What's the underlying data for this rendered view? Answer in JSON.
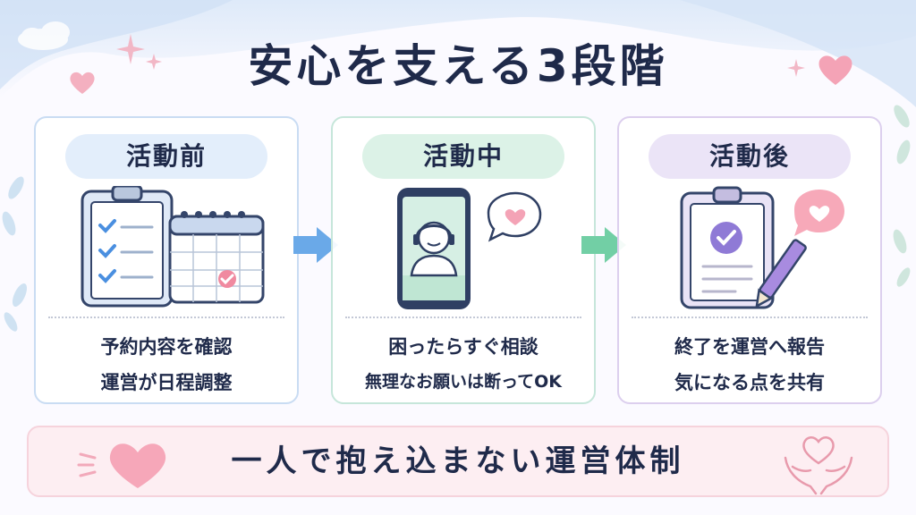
{
  "title": "安心を支える3段階",
  "stages": [
    {
      "label": "活動前",
      "lines": [
        "予約内容を確認",
        "運営が日程調整"
      ]
    },
    {
      "label": "活動中",
      "lines": [
        "困ったらすぐ相談",
        "無理なお願いは断ってOK"
      ]
    },
    {
      "label": "活動後",
      "lines": [
        "終了を運営へ報告",
        "気になる点を共有"
      ]
    }
  ],
  "banner": {
    "text": "一人で抱え込まない運営体制"
  },
  "colors": {
    "title": "#1f2a4a",
    "stage1_accent": "#e3eefb",
    "stage2_accent": "#dcf2e7",
    "stage3_accent": "#ebe4f7",
    "arrow1": "#6aa9e8",
    "arrow2": "#72cfa5",
    "heart": "#f4a3b6"
  }
}
